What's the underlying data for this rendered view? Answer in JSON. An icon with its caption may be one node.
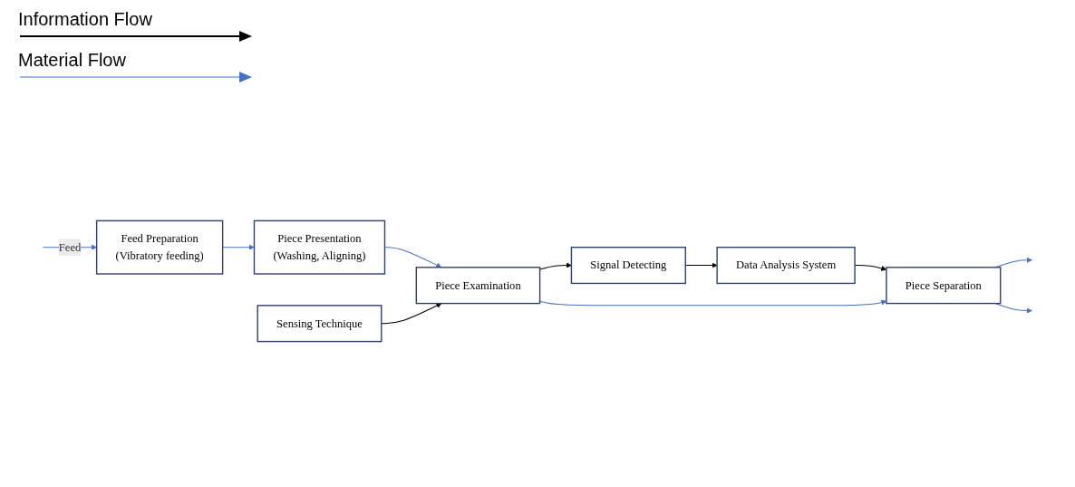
{
  "diagram": {
    "nodes": [
      {
        "text": [
          "Feed Preparation",
          "(Vibratory feeding)"
        ]
      },
      {
        "text": [
          "Piece Presentation",
          "(Washing, Aligning)"
        ]
      },
      {
        "text": [
          "Piece Examination"
        ]
      },
      {
        "text": [
          "Signal Detecting"
        ]
      },
      {
        "text": [
          "Data Analysis System"
        ]
      },
      {
        "text": [
          "Sensing Technique"
        ]
      },
      {
        "text": [
          "Piece Separation"
        ]
      }
    ],
    "edges": [
      {
        "from": null,
        "to": 0,
        "arrow": "to",
        "label": "Feed"
      },
      {
        "from": 0,
        "to": 1,
        "arrow": "to"
      },
      {
        "from": 1,
        "to": 2,
        "arrow": "to"
      },
      {
        "from": 5,
        "to": 2,
        "arrow": "to",
        "color": "#000000"
      },
      {
        "from": 2,
        "to": 3,
        "arrow": "to",
        "color": "#000000"
      },
      {
        "from": 3,
        "to": 4,
        "arrow": "to",
        "color": "#000000"
      },
      {
        "from": 4,
        "to": 6,
        "arrow": "to",
        "color": "#000000"
      },
      {
        "from": 2,
        "to": 6,
        "arrow": "to"
      },
      {
        "from": 6,
        "to": null,
        "arrow": "to"
      },
      {
        "from": 6,
        "to": null,
        "arrow": "to"
      }
    ],
    "legend": [
      {
        "text": "Information Flow"
      },
      {
        "text": "Material Flow"
      }
    ]
  }
}
